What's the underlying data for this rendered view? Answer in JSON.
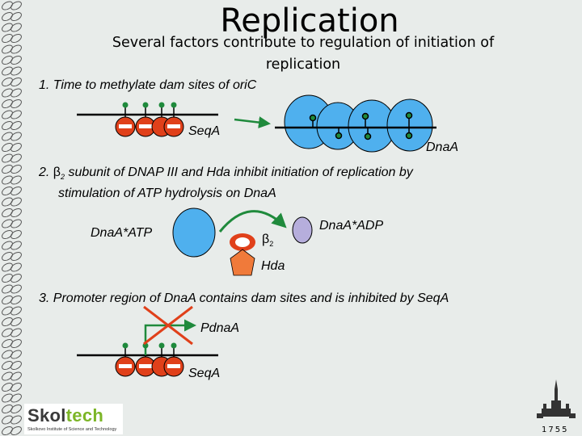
{
  "slide": {
    "title": "Replication",
    "subtitle": "Several factors contribute to regulation of initiation of replication"
  },
  "points": {
    "p1": "1. Time to methylate dam sites of oriC",
    "p2_prefix": "2. ",
    "p2_beta": "β",
    "p2_sub": "2",
    "p2_rest": " subunit of DNAP III and Hda inhibit initiation of replication by",
    "p2_line2": "stimulation of ATP hydrolysis on DnaA",
    "p3": "3. Promoter region of DnaA contains dam sites and is inhibited by SeqA"
  },
  "labels": {
    "seqa_top": "SeqA",
    "dnaa": "DnaA",
    "dnaa_atp": "DnaA*ATP",
    "dnaa_adp": "DnaA*ADP",
    "beta": "β",
    "beta_sub": "2",
    "hda": "Hda",
    "pdnaa": "PdnaA",
    "seqa_bottom": "SeqA"
  },
  "logo": {
    "name_part1": "Skol",
    "name_part2": "tech",
    "tagline": "Skolkovo Institute of Science and Technology"
  },
  "footer": {
    "year": "1755"
  },
  "colors": {
    "background": "#e8ecea",
    "seqa_protein": "#e0401a",
    "dnaa_protein": "#4fb0ee",
    "dnaa_adp": "#b6aedc",
    "hda": "#f07a3a",
    "methyl_dot": "#1f8a3c",
    "arrow": "#1f8a3c",
    "inhibit_cross": "#e0401a"
  }
}
